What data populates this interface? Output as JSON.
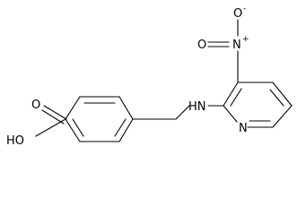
{
  "molecule": {
    "atom_labels": {
      "hydroxyl": "HO",
      "carbonyl_oxygen": "O",
      "amine": "HN",
      "pyridine_nitrogen": "N",
      "nitro_nitrogen": "N",
      "nitro_nitrogen_charge": "+",
      "nitro_oxygen_top": "O",
      "nitro_oxygen_top_charge": "-",
      "nitro_oxygen_left": "O"
    }
  }
}
